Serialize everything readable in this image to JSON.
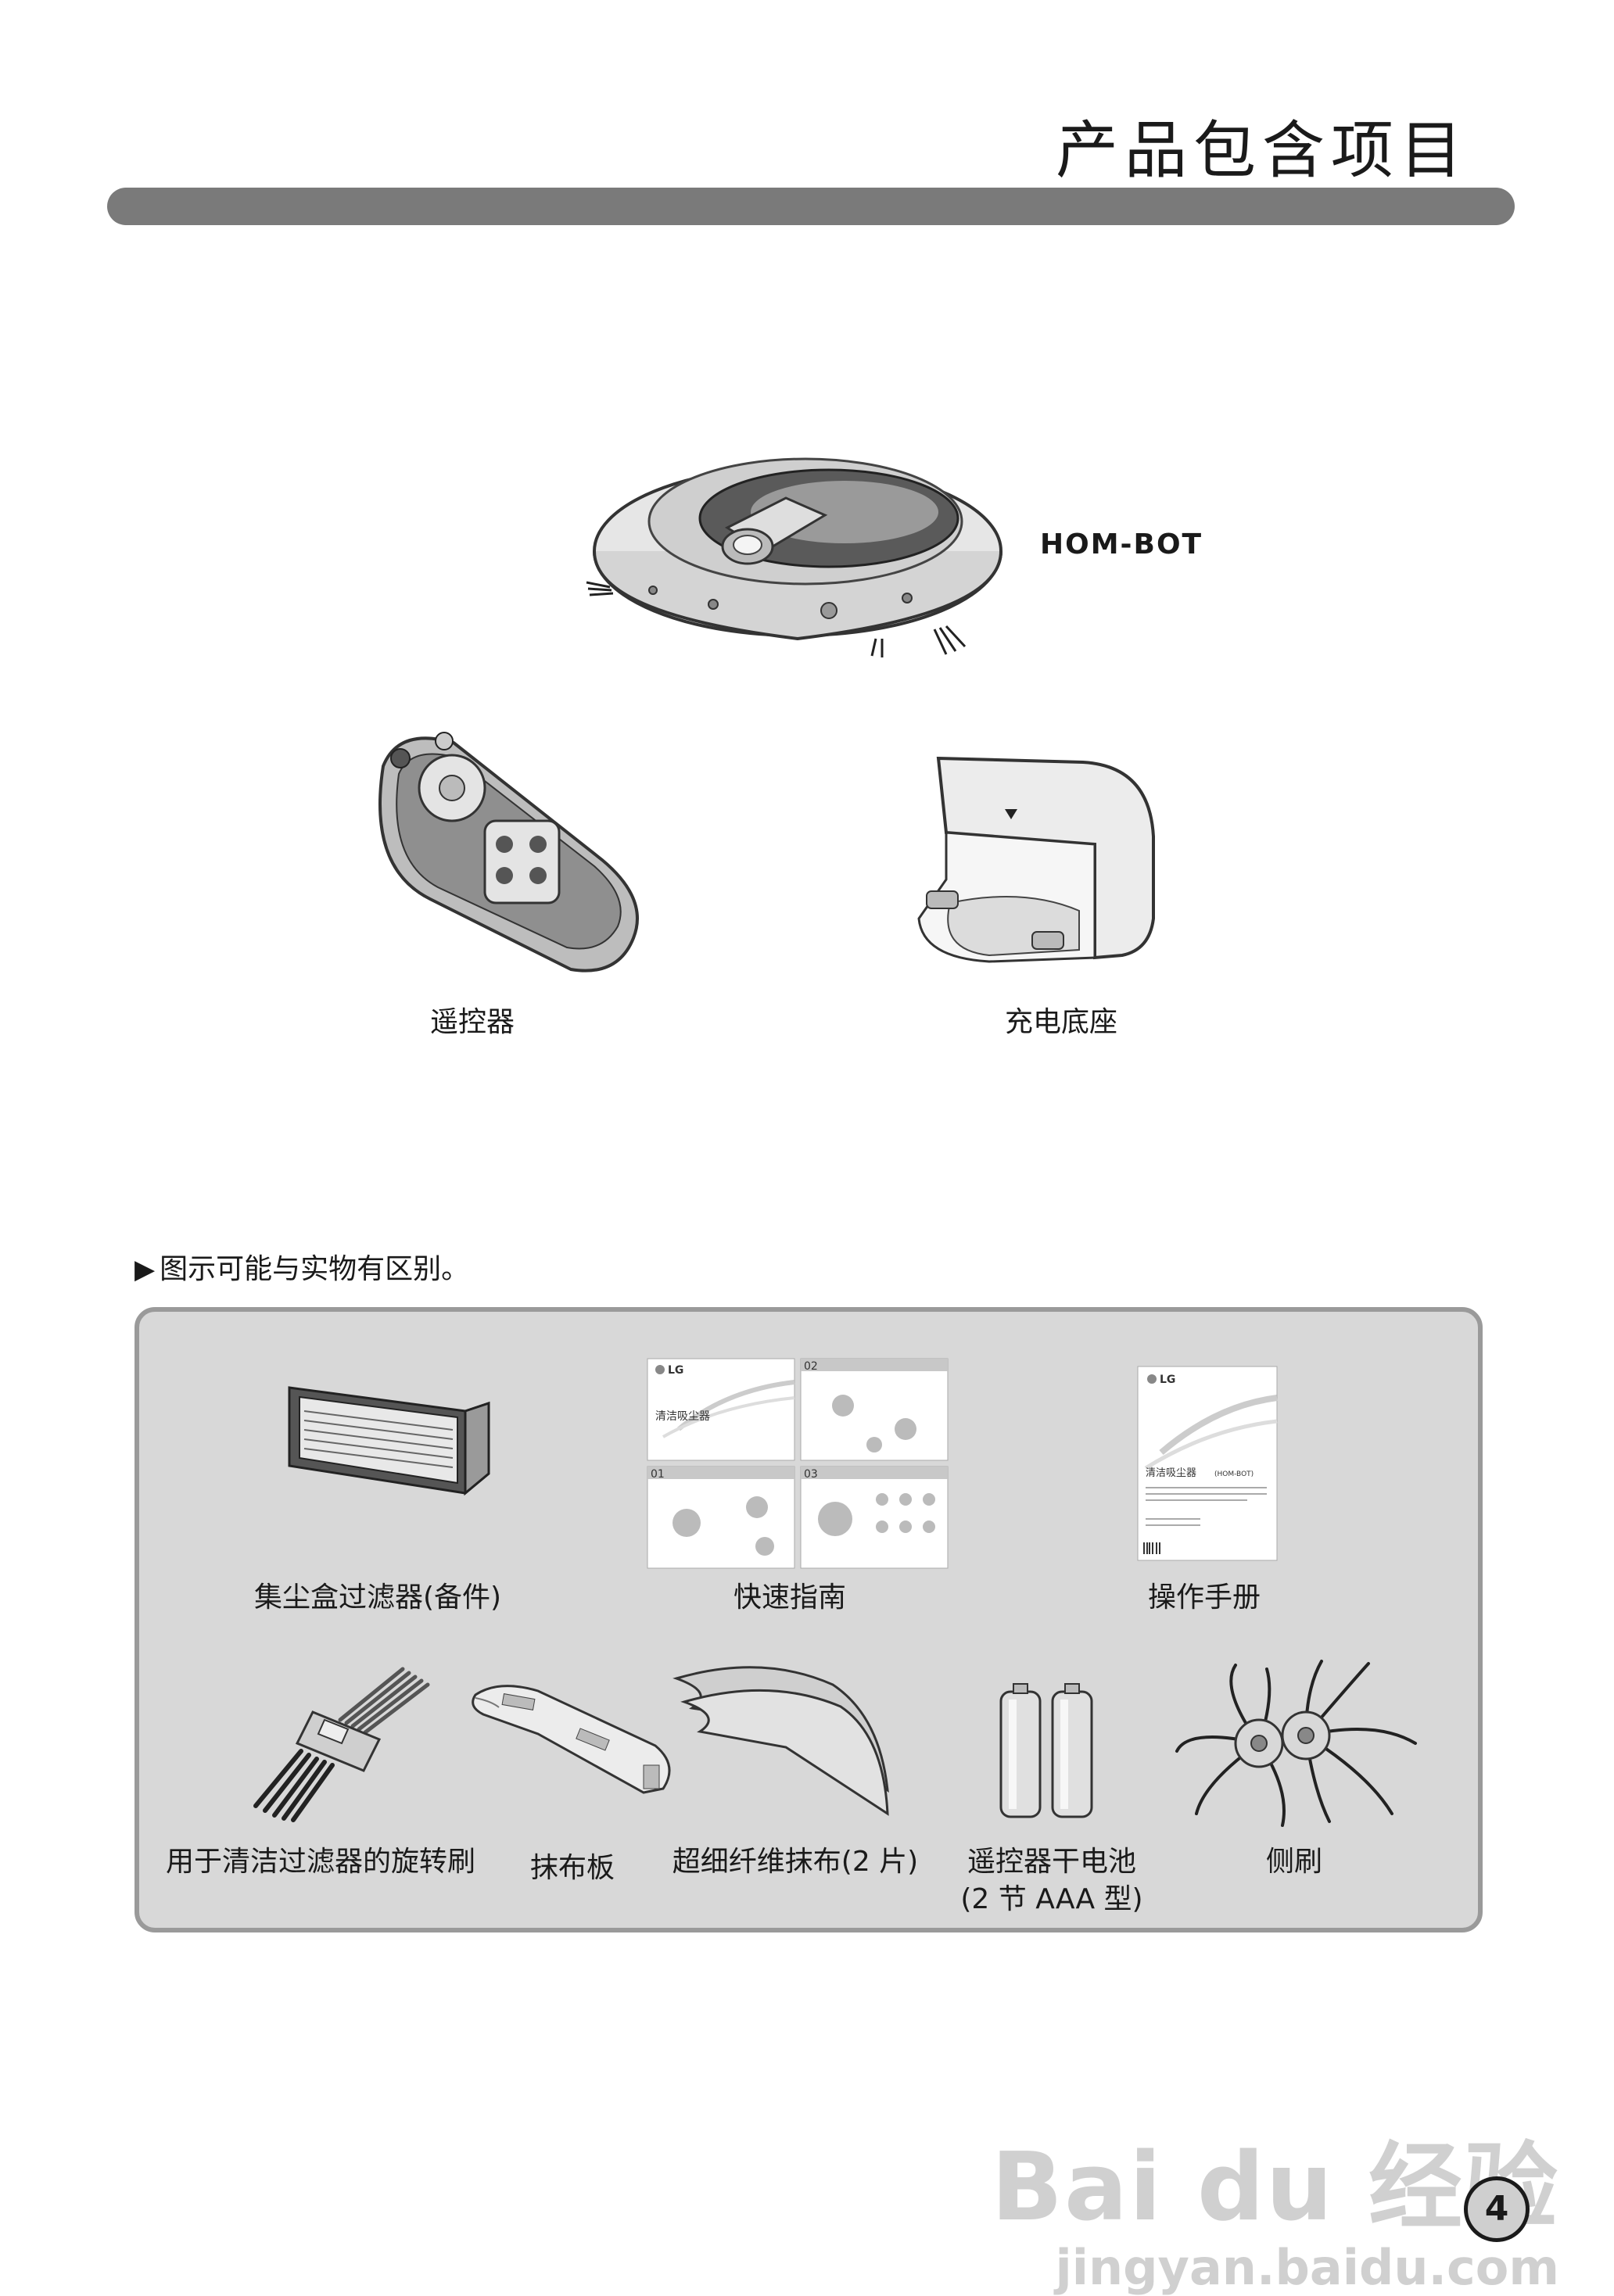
{
  "page": {
    "title": "产品包含项目",
    "note": "图示可能与实物有区别。",
    "note_arrow": "▶",
    "page_number": "4"
  },
  "main_items": {
    "robot_label": "HOM-BOT",
    "remote_label": "遥控器",
    "dock_label": "充电底座"
  },
  "accessories": {
    "filter": "集尘盒过滤器(备件)",
    "quick_guide": "快速指南",
    "manual": "操作手册",
    "brush_tool": "用于清洁过滤器的旋转刷",
    "cloth_plate": "抹布板",
    "microfiber_cloth": "超细纤维抹布(2 片)",
    "batteries_line1": "遥控器干电池",
    "batteries_line2": "(2 节 AAA 型)",
    "side_brush": "侧刷"
  },
  "doc_text": {
    "brand": "LG",
    "guide_title": "清洁吸尘器",
    "manual_title": "清洁吸尘器",
    "manual_model": "(HOM-BOT)",
    "section_02": "02",
    "section_01": "01",
    "section_03": "03"
  },
  "watermark": {
    "logo": "Bai du 经验",
    "url": "jingyan.baidu.com"
  }
}
